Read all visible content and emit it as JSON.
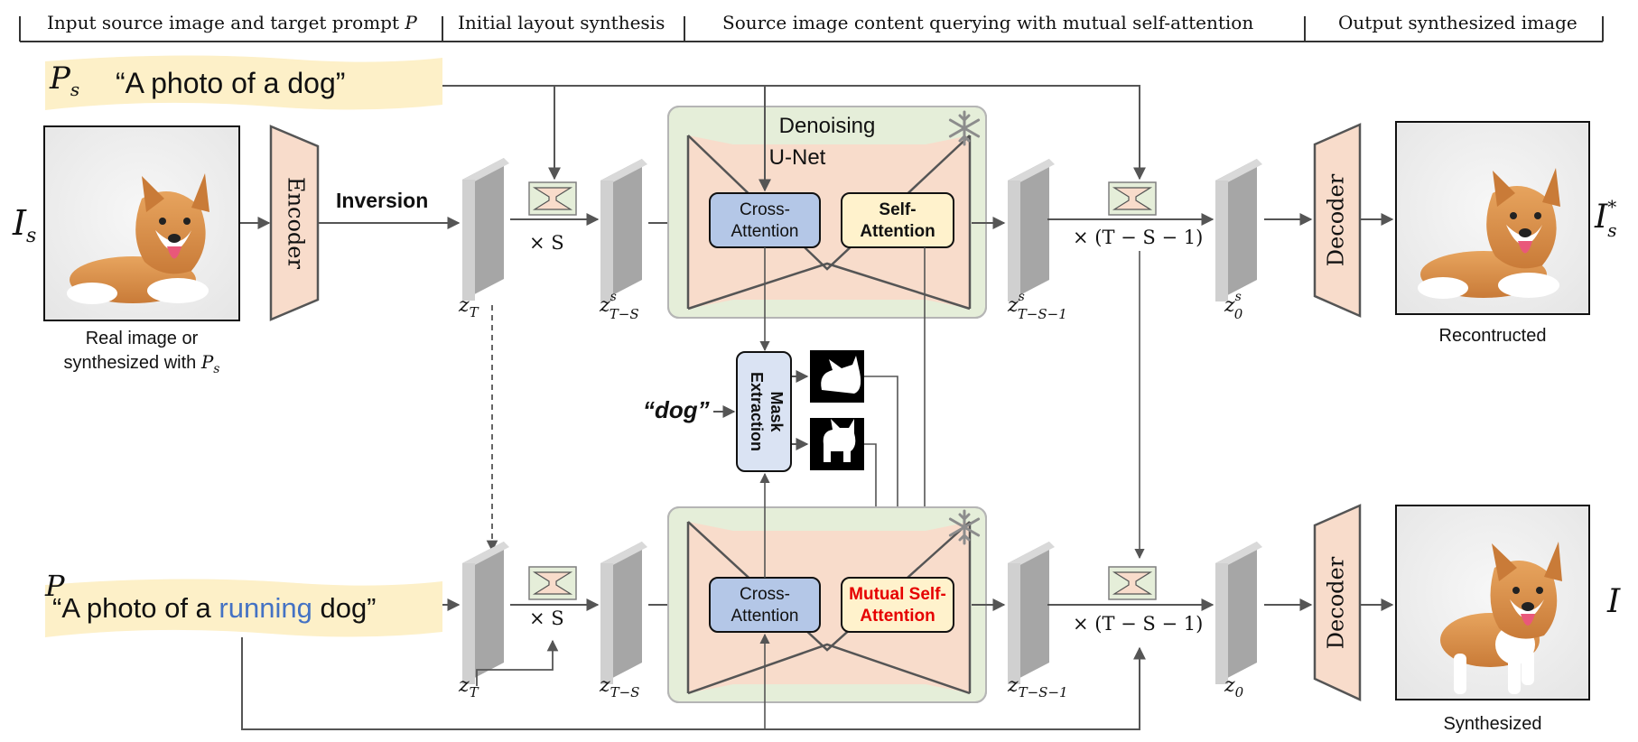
{
  "header": {
    "stage1": "Input source image and target prompt",
    "stage1_sym": "P",
    "stage2": "Initial layout synthesis",
    "stage3": "Source image content querying with mutual self-attention",
    "stage4": "Output synthesized image"
  },
  "prompts": {
    "source_symbol": "P",
    "source_sub": "s",
    "source_text": "“A photo of a dog”",
    "target_symbol": "P",
    "target_pre": "“A photo of a ",
    "target_highlight": "running",
    "target_post": " dog”"
  },
  "labels": {
    "input_sym": "I",
    "input_sub": "s",
    "encoder": "Encoder",
    "inversion": "Inversion",
    "real_caption_1": "Real image or",
    "real_caption_2": "synthesized with",
    "real_caption_sym": "P",
    "real_caption_sub": "s",
    "times_s": "× S",
    "times_rest": "× (T − S − 1)",
    "unet_1": "Denoising",
    "unet_2": "U-Net",
    "cross_1": "Cross-",
    "cross_2": "Attention",
    "self_1": "Self-",
    "self_2": "Attention",
    "mutual_1": "Mutual Self-",
    "mutual_2": "Attention",
    "mask_1": "Mask",
    "mask_2": "Extraction",
    "dog_token": "“dog”",
    "decoder": "Decoder",
    "reconstructed": "Recontructed",
    "synthesized": "Synthesized",
    "out_sym_top": "I",
    "out_sub_top": "s",
    "out_sup_top": "*",
    "out_sym_bottom": "I"
  },
  "latents": {
    "zT": {
      "base": "z",
      "sub": "T"
    },
    "zTS_src": {
      "base": "z",
      "sub": "T−S",
      "sup": "s"
    },
    "zTS1_src": {
      "base": "z",
      "sub": "T−S−1",
      "sup": "s"
    },
    "z0_src": {
      "base": "z",
      "sub": "0",
      "sup": "s"
    },
    "zT_tgt": {
      "base": "z",
      "sub": "T"
    },
    "zTS_tgt": {
      "base": "z",
      "sub": "T−S"
    },
    "zTS1_tgt": {
      "base": "z",
      "sub": "T−S−1"
    },
    "z0_tgt": {
      "base": "z",
      "sub": "0"
    }
  },
  "colors": {
    "highlight_blue": "#4472c4",
    "mutual_red": "#e60000",
    "encoder_fill": "#f8dccb",
    "prompt_fill": "#fdf0c8",
    "unet_bg": "#e5eed9",
    "cross_fill": "#b4c7e7",
    "self_fill": "#fff2cc",
    "mask_fill": "#dae3f3"
  }
}
